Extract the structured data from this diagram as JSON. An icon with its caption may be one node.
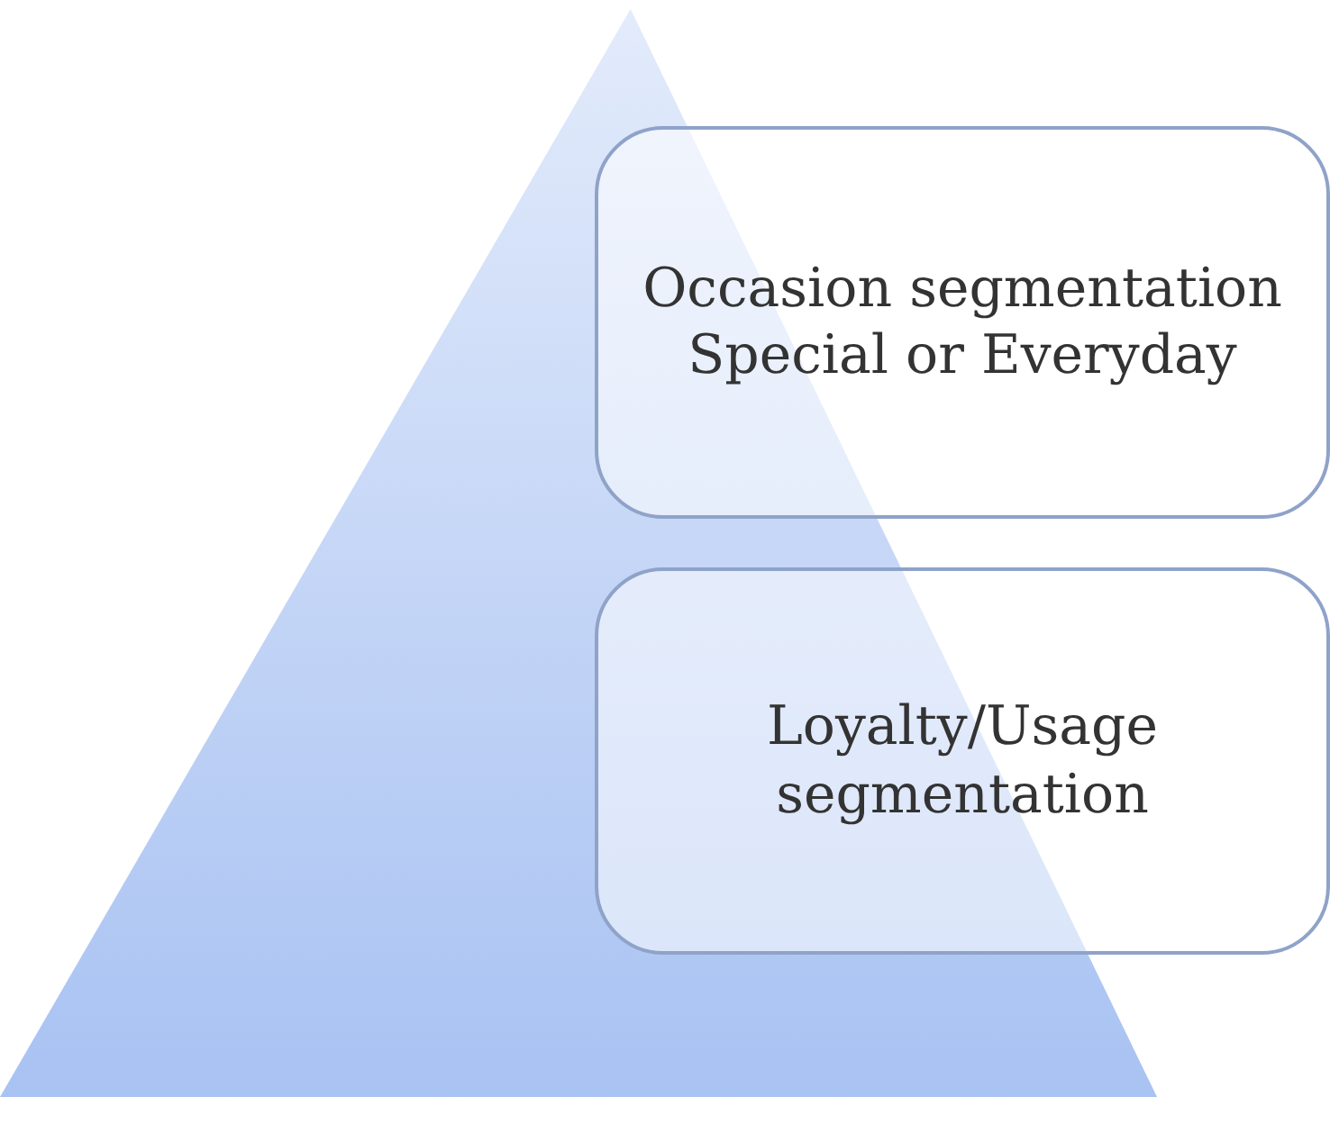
{
  "diagram": {
    "nodes": [
      {
        "text": [],
        "shape": "triangle"
      },
      {
        "text": [
          "Occasion segmentation Special or Everyday"
        ]
      },
      {
        "text": [
          "Loyalty/Usage segmentation"
        ]
      }
    ],
    "edges": []
  }
}
